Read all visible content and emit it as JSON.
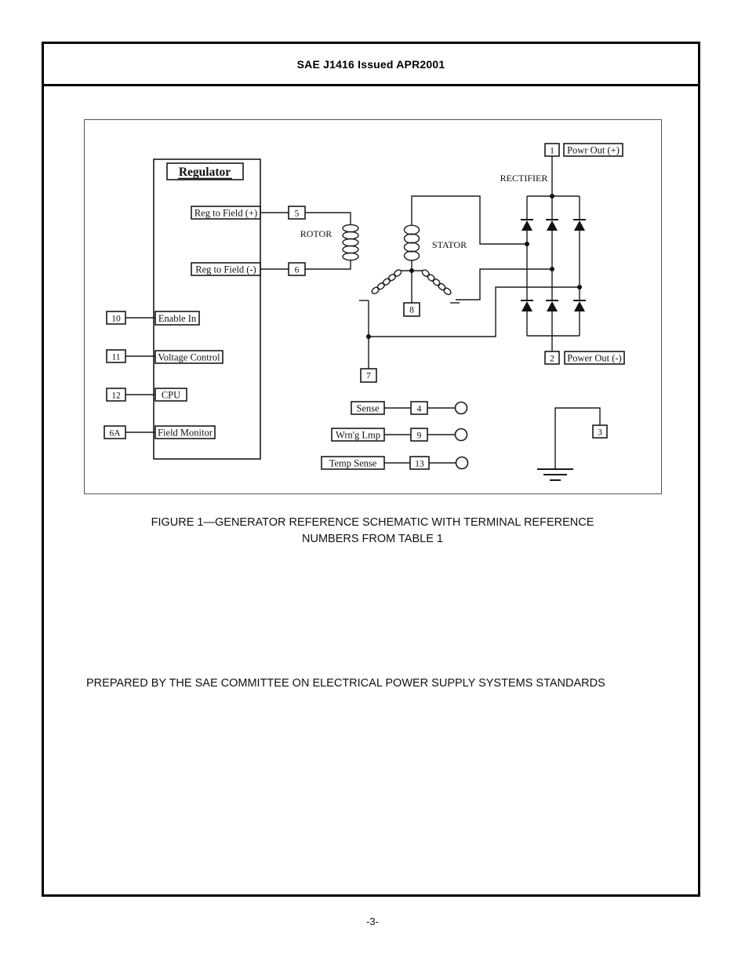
{
  "header": {
    "title": "SAE J1416 Issued APR2001"
  },
  "figure": {
    "caption_line1": "FIGURE 1—GENERATOR REFERENCE SCHEMATIC WITH TERMINAL REFERENCE",
    "caption_line2": "NUMBERS FROM TABLE 1",
    "labels": {
      "regulator": "Regulator",
      "reg_to_field_pos": "Reg to Field (+)",
      "reg_to_field_neg": "Reg to Field (-)",
      "enable_in": "Enable In",
      "voltage_control": "Voltage Control",
      "cpu": "CPU",
      "field_monitor": "Field Monitor",
      "rotor": "ROTOR",
      "stator": "STATOR",
      "rectifier": "RECTIFIER",
      "powr_out_pos": "Powr Out (+)",
      "power_out_neg": "Power Out (-)",
      "sense": "Sense",
      "warning_lamp": "Wrn'g Lmp",
      "temp_sense": "Temp Sense"
    },
    "terminals": {
      "t1": "1",
      "t2": "2",
      "t3": "3",
      "t4": "4",
      "t5": "5",
      "t6": "6",
      "t6a": "6A",
      "t7": "7",
      "t8": "8",
      "t9": "9",
      "t10": "10",
      "t11": "11",
      "t12": "12",
      "t13": "13"
    }
  },
  "footer": {
    "prepared_by": "PREPARED BY THE SAE COMMITTEE ON ELECTRICAL POWER SUPPLY SYSTEMS STANDARDS",
    "page_number": "-3-"
  }
}
